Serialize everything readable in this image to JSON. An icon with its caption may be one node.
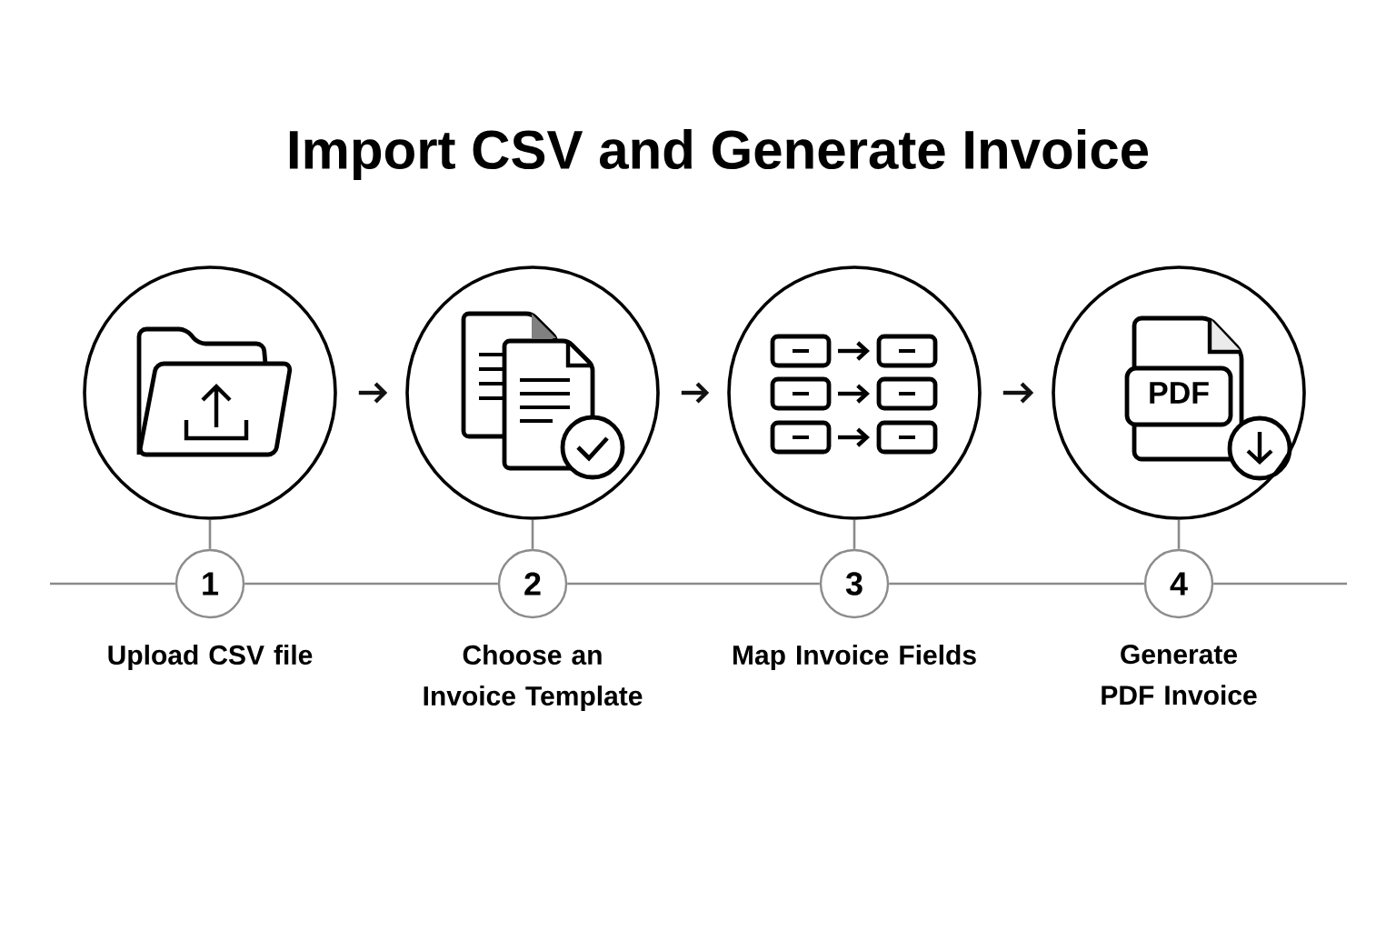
{
  "diagram": {
    "title": "Import CSV and Generate Invoice",
    "nodes": [
      {
        "text": [],
        "shape": "circle"
      },
      {
        "text": [],
        "shape": "circle"
      },
      {
        "text": [],
        "shape": "circle"
      },
      {
        "text": [
          "PDF"
        ]
      },
      {
        "text": [
          "1"
        ],
        "beside": [
          "Upload CSV file"
        ]
      },
      {
        "text": [
          "2"
        ],
        "beside": [
          "Choose an Invoice Template"
        ]
      },
      {
        "text": [
          "3"
        ],
        "beside": [
          "Map Invoice Fields"
        ]
      },
      {
        "text": [
          "4"
        ],
        "beside": [
          "Generate PDF Invoice"
        ]
      }
    ],
    "edges": [
      {
        "from": 0,
        "to": 1,
        "arrow": "to",
        "color": "#111111"
      },
      {
        "from": 1,
        "to": 2,
        "arrow": "to",
        "color": "#111111"
      },
      {
        "from": 2,
        "to": 3,
        "arrow": "to",
        "color": "#111111"
      },
      {
        "from": 0,
        "to": 4,
        "arrow": "none"
      },
      {
        "from": 1,
        "to": 5,
        "arrow": "none"
      },
      {
        "from": 2,
        "to": 6,
        "arrow": "none"
      },
      {
        "from": 3,
        "to": 7,
        "arrow": "none"
      },
      {
        "from": null,
        "to": 4,
        "arrow": "none"
      },
      {
        "from": 4,
        "to": 5,
        "arrow": "none"
      },
      {
        "from": 5,
        "to": 6,
        "arrow": "none"
      },
      {
        "from": 6,
        "to": 7,
        "arrow": "none"
      },
      {
        "from": 7,
        "to": null,
        "arrow": "none"
      }
    ]
  }
}
